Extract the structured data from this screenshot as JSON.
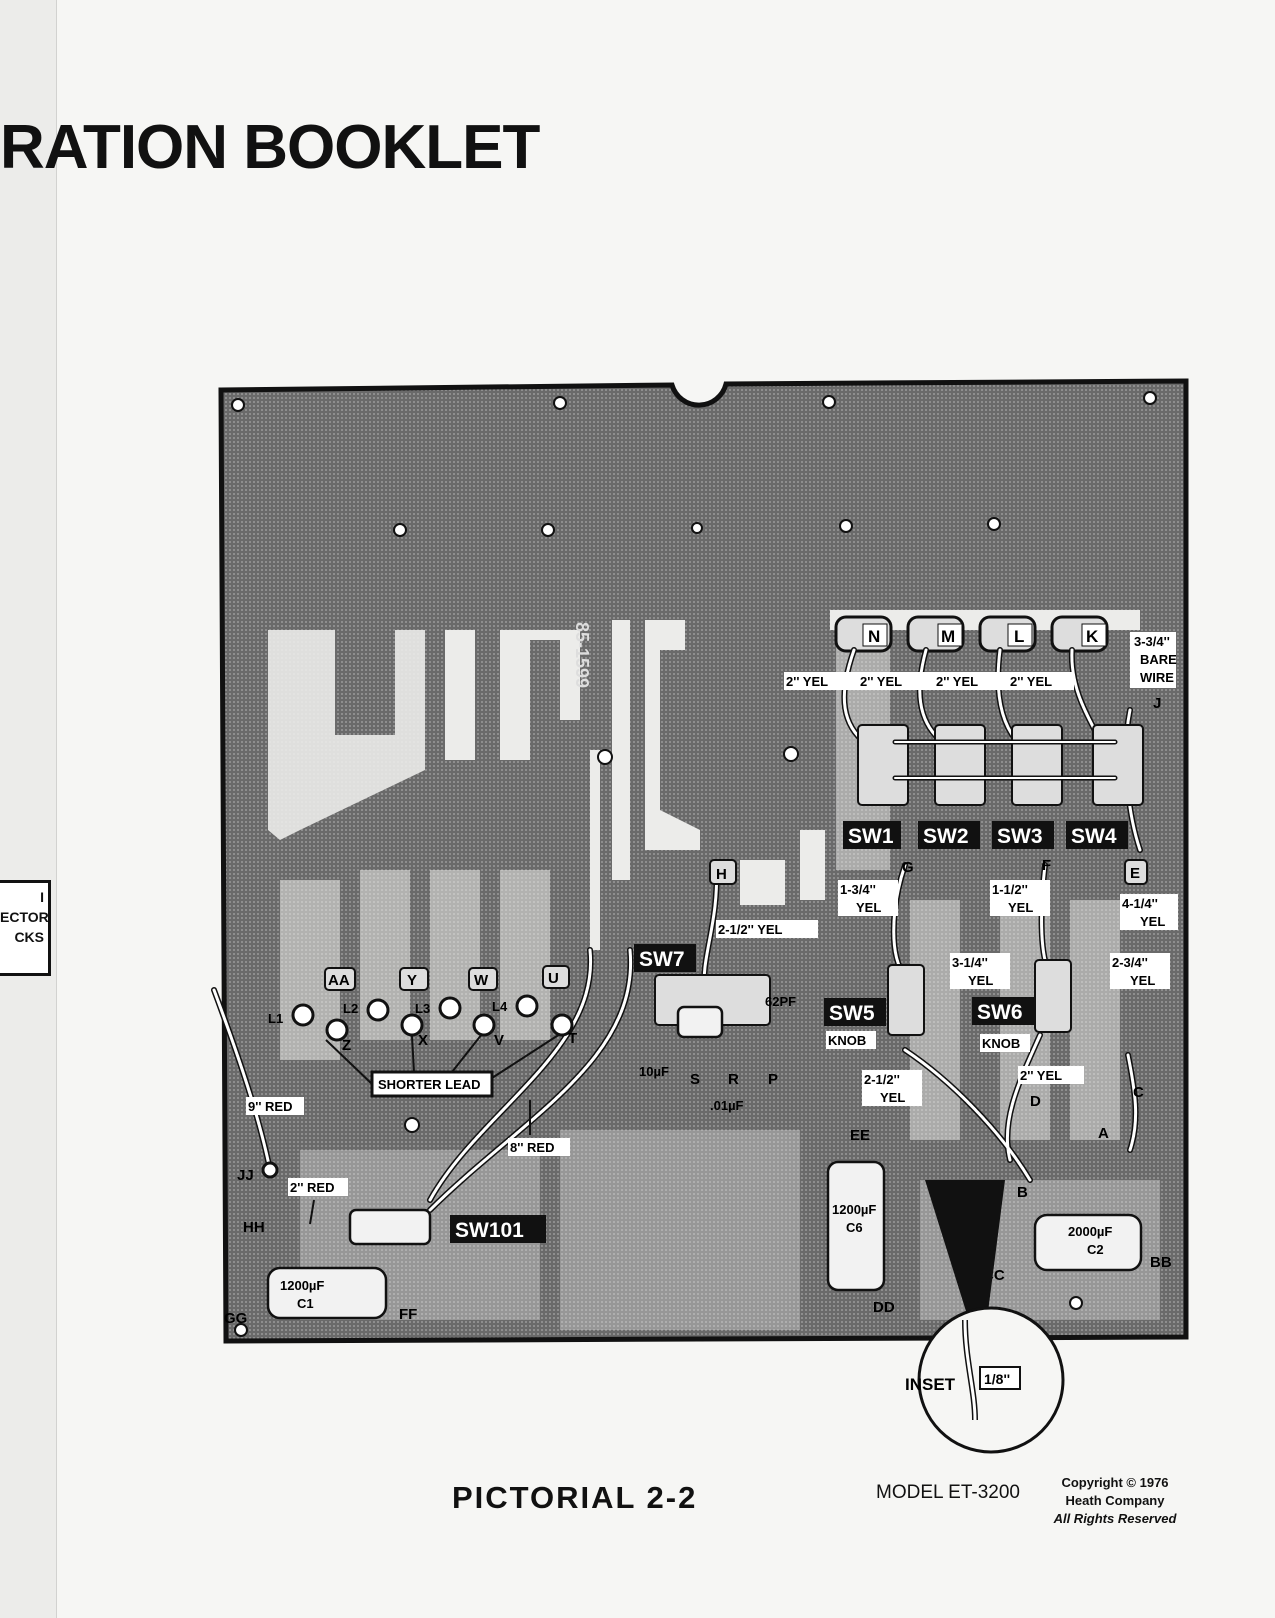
{
  "header": {
    "title_fragment": "RATION BOOKLET"
  },
  "side_tab": {
    "lines": [
      "I",
      "ECTOR",
      "CKS"
    ]
  },
  "board": {
    "part_number": "85-1599",
    "switch_labels": [
      "SW1",
      "SW2",
      "SW3",
      "SW4",
      "SW5",
      "SW6",
      "SW7",
      "SW101"
    ],
    "pad_labels_top": [
      "N",
      "M",
      "L",
      "K"
    ],
    "point_labels": [
      "J",
      "E",
      "G",
      "F",
      "H",
      "AA",
      "Y",
      "W",
      "U",
      "Z",
      "X",
      "V",
      "T",
      "S",
      "R",
      "P",
      "D",
      "C",
      "A",
      "B",
      "EE",
      "DD",
      "CC",
      "BB",
      "FF",
      "GG",
      "HH",
      "JJ"
    ],
    "coil_labels": [
      "L1",
      "L2",
      "L3",
      "L4"
    ],
    "wire_labels": {
      "top_n": "2'' YEL",
      "top_m": "2'' YEL",
      "top_l": "2'' YEL",
      "top_k": "2'' YEL",
      "bare_1": "3-3/4''",
      "bare_2": "BARE",
      "bare_3": "WIRE",
      "g_1": "1-3/4''",
      "g_2": "YEL",
      "f_1": "1-1/2''",
      "f_2": "YEL",
      "e_1": "4-1/4''",
      "e_2": "YEL",
      "h": "2-1/2'' YEL",
      "mid_1": "3-1/4''",
      "mid_2": "YEL",
      "right_1": "2-3/4''",
      "right_2": "YEL",
      "sw5_1": "2-1/2''",
      "sw5_2": "YEL",
      "sw6": "2'' YEL",
      "red_9": "9'' RED",
      "red_8": "8'' RED",
      "red_2": "2'' RED"
    },
    "callouts": {
      "shorter_lead": "SHORTER LEAD",
      "knob_left": "KNOB",
      "knob_right": "KNOB"
    },
    "components": {
      "cap_62pf": "62PF",
      "cap_10uf": "10µF",
      "cap_01uf": ".01µF",
      "c6_value": "1200µF",
      "c6_name": "C6",
      "c2_value": "2000µF",
      "c2_name": "C2",
      "c1_value": "1200µF",
      "c1_name": "C1"
    },
    "inset": {
      "label": "INSET",
      "dimension": "1/8''"
    }
  },
  "footer": {
    "caption": "PICTORIAL 2-2",
    "model": "MODEL ET-3200",
    "copyright": [
      "Copyright © 1976",
      "Heath Company",
      "All Rights Reserved"
    ]
  }
}
